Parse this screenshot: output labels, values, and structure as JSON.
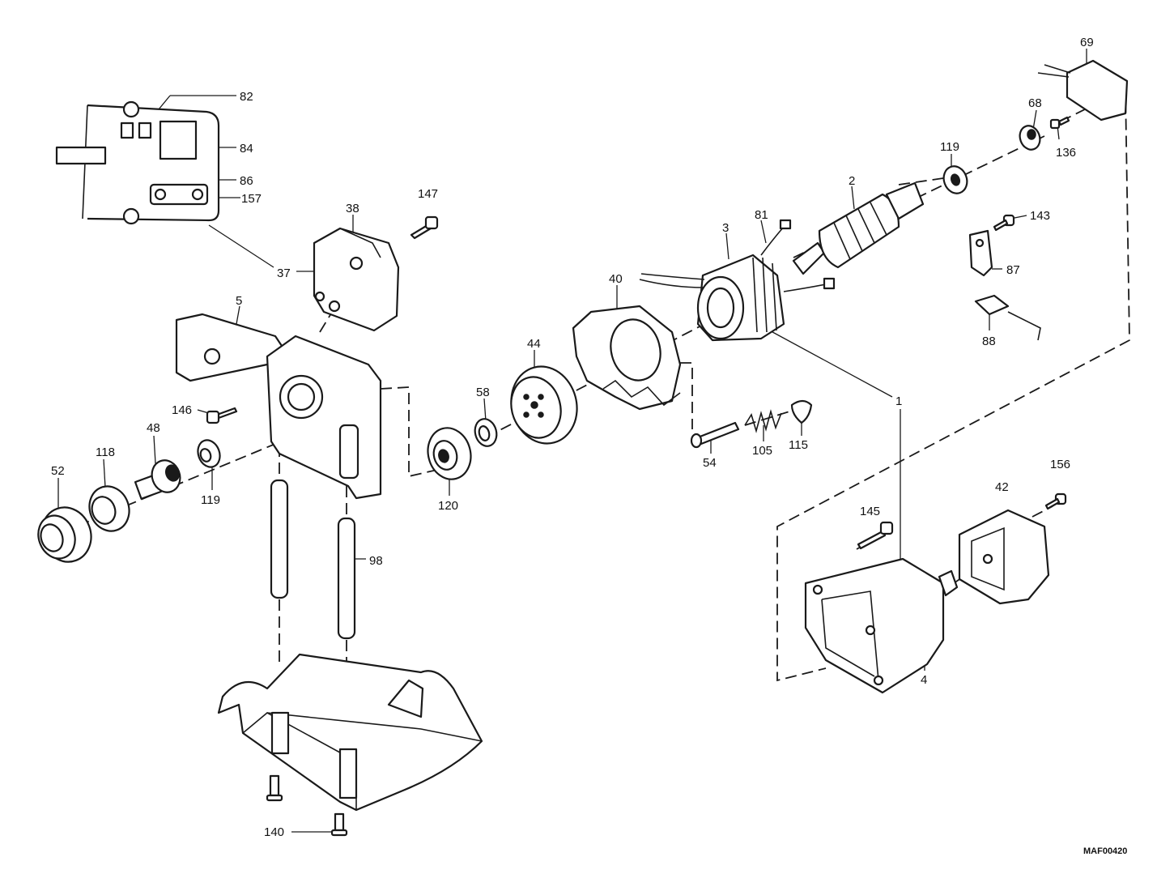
{
  "drawing_code": "MAF00420",
  "callouts": [
    {
      "id": "c82",
      "text": "82"
    },
    {
      "id": "c84",
      "text": "84"
    },
    {
      "id": "c86",
      "text": "86"
    },
    {
      "id": "c157",
      "text": "157"
    },
    {
      "id": "c37",
      "text": "37"
    },
    {
      "id": "c38",
      "text": "38"
    },
    {
      "id": "c147",
      "text": "147"
    },
    {
      "id": "c5",
      "text": "5"
    },
    {
      "id": "c146",
      "text": "146"
    },
    {
      "id": "c48",
      "text": "48"
    },
    {
      "id": "c118",
      "text": "118"
    },
    {
      "id": "c52",
      "text": "52"
    },
    {
      "id": "c119a",
      "text": "119"
    },
    {
      "id": "c98",
      "text": "98"
    },
    {
      "id": "c140",
      "text": "140"
    },
    {
      "id": "c120",
      "text": "120"
    },
    {
      "id": "c58",
      "text": "58"
    },
    {
      "id": "c44",
      "text": "44"
    },
    {
      "id": "c40",
      "text": "40"
    },
    {
      "id": "c3",
      "text": "3"
    },
    {
      "id": "c81",
      "text": "81"
    },
    {
      "id": "c2",
      "text": "2"
    },
    {
      "id": "c119b",
      "text": "119"
    },
    {
      "id": "c68",
      "text": "68"
    },
    {
      "id": "c69",
      "text": "69"
    },
    {
      "id": "c136",
      "text": "136"
    },
    {
      "id": "c143",
      "text": "143"
    },
    {
      "id": "c87",
      "text": "87"
    },
    {
      "id": "c88",
      "text": "88"
    },
    {
      "id": "c1",
      "text": "1"
    },
    {
      "id": "c54",
      "text": "54"
    },
    {
      "id": "c105",
      "text": "105"
    },
    {
      "id": "c115",
      "text": "115"
    },
    {
      "id": "c145",
      "text": "145"
    },
    {
      "id": "c42",
      "text": "42"
    },
    {
      "id": "c156",
      "text": "156"
    },
    {
      "id": "c4",
      "text": "4"
    }
  ]
}
